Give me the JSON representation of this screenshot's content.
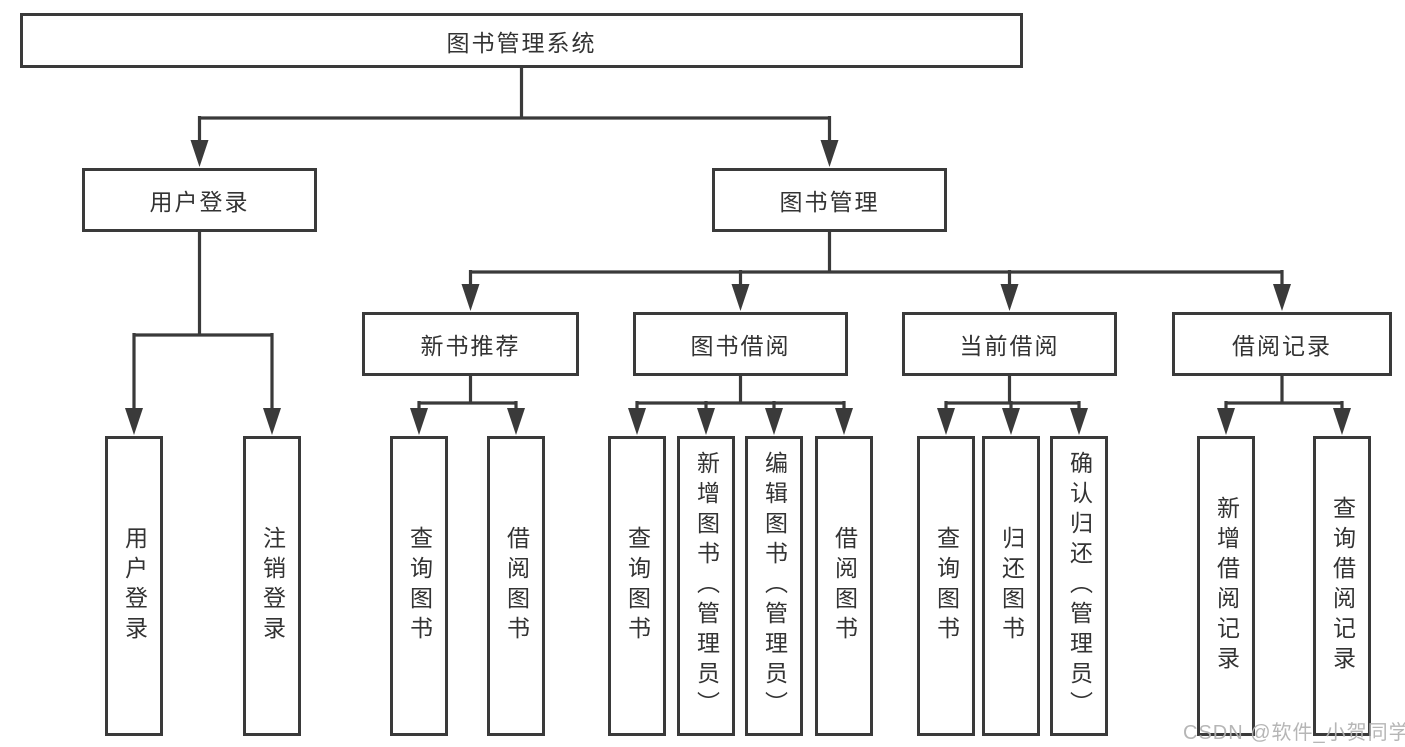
{
  "tree": {
    "root": {
      "label": "图书管理系统"
    },
    "branches": [
      {
        "label": "用户登录",
        "children": [
          {
            "label": "用户登录"
          },
          {
            "label": "注销登录"
          }
        ]
      },
      {
        "label": "图书管理",
        "groups": [
          {
            "label": "新书推荐",
            "children": [
              {
                "label": "查询图书"
              },
              {
                "label": "借阅图书"
              }
            ]
          },
          {
            "label": "图书借阅",
            "children": [
              {
                "label": "查询图书"
              },
              {
                "label": "新增图书（管理员）"
              },
              {
                "label": "编辑图书（管理员）"
              },
              {
                "label": "借阅图书"
              }
            ]
          },
          {
            "label": "当前借阅",
            "children": [
              {
                "label": "查询图书"
              },
              {
                "label": "归还图书"
              },
              {
                "label": "确认归还（管理员）"
              }
            ]
          },
          {
            "label": "借阅记录",
            "children": [
              {
                "label": "新增借阅记录"
              },
              {
                "label": "查询借阅记录"
              }
            ]
          }
        ]
      }
    ]
  },
  "watermark": {
    "text": "CSDN @软件_小贺同学"
  },
  "colors": {
    "line": "#3a3a3a",
    "box_border": "#3a3a3a",
    "box_fill": "#ffffff",
    "text": "#333333",
    "watermark": "#b2b2b2"
  }
}
